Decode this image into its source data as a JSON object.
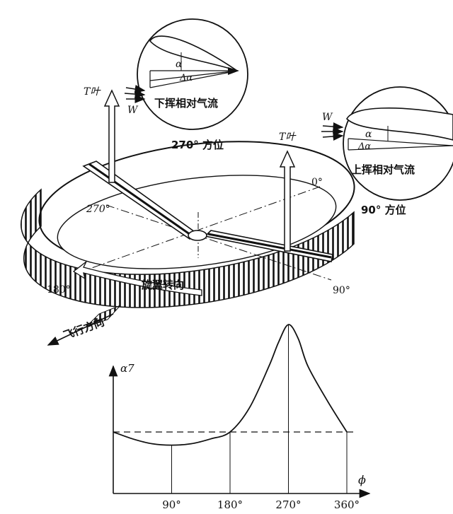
{
  "top_figure": {
    "detail_270": {
      "caption": "270° 方位",
      "airflow_label": "下挥相对气流",
      "thrust_label": "T叶",
      "velocity_label": "W",
      "alpha_label": "α",
      "delta_alpha_label": "Δα"
    },
    "detail_90": {
      "caption": "90° 方位",
      "airflow_label": "上挥相对气流",
      "thrust_label": "T叶",
      "velocity_label": "W",
      "alpha_label": "α",
      "delta_alpha_label": "Δα"
    },
    "disc": {
      "azimuth_0": "0°",
      "azimuth_90": "90°",
      "azimuth_180": "180°",
      "azimuth_270": "270°",
      "rotation_label": "旋翼转向",
      "flight_direction_label": "飞行方向"
    }
  },
  "chart_data": {
    "type": "line",
    "ylabel": "α7",
    "xlabel": "ϕ",
    "x_ticks": [
      "90°",
      "180°",
      "270°",
      "360°"
    ],
    "series": [
      {
        "x": [
          0,
          30,
          60,
          90,
          120,
          150,
          180,
          210,
          240,
          255,
          270,
          285,
          300,
          330,
          360
        ],
        "y": [
          0.0,
          -0.1,
          -0.17,
          -0.19,
          -0.17,
          -0.1,
          0.0,
          0.35,
          0.95,
          1.3,
          1.55,
          1.35,
          0.95,
          0.45,
          0.0
        ]
      }
    ],
    "reference_line": {
      "style": "dashed",
      "y": 0
    },
    "xlim": [
      0,
      390
    ],
    "grid": false
  }
}
